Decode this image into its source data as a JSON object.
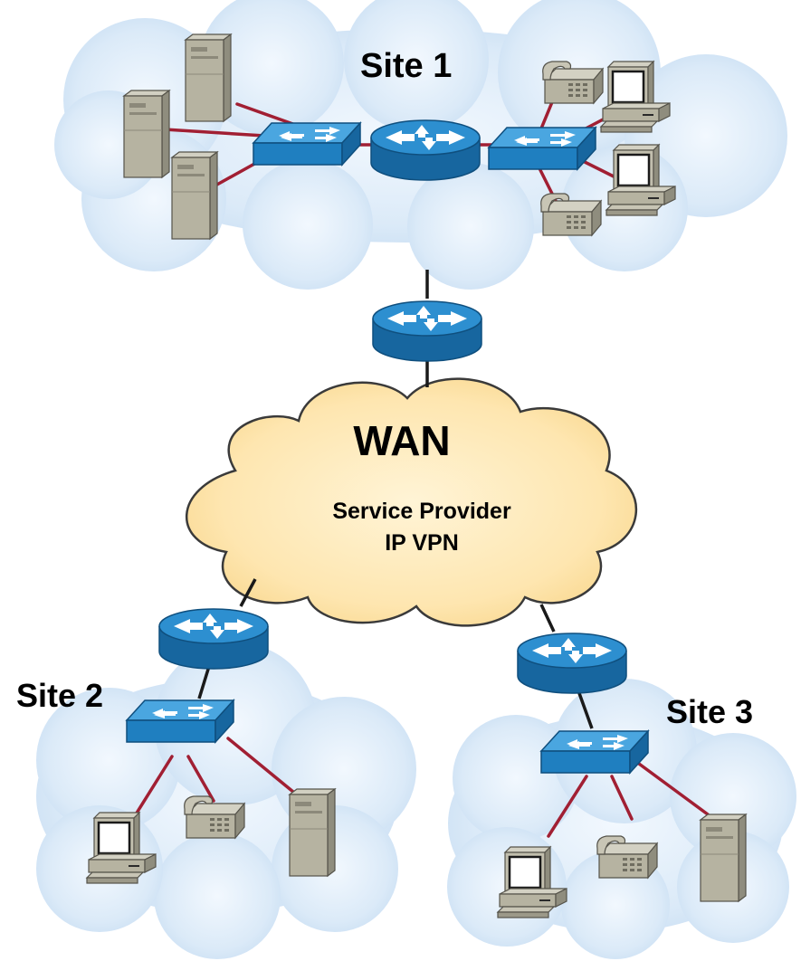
{
  "labels": {
    "site1": "Site 1",
    "site2": "Site 2",
    "site3": "Site 3",
    "wan": "WAN",
    "provider_line1": "Service Provider",
    "provider_line2": "IP VPN"
  },
  "colors": {
    "site_cloud": "#d4e6f7",
    "wan_cloud": "#fde2a8",
    "link": "#a11f33",
    "router": "#1f78b8",
    "switch": "#2a8ccc",
    "server": "#b3b09e",
    "phone": "#bbb8a7",
    "pc": "#c6c3b2"
  },
  "icons": [
    "router-icon",
    "switch-icon",
    "server-icon",
    "ip-phone-icon",
    "workstation-icon",
    "cloud-icon"
  ]
}
